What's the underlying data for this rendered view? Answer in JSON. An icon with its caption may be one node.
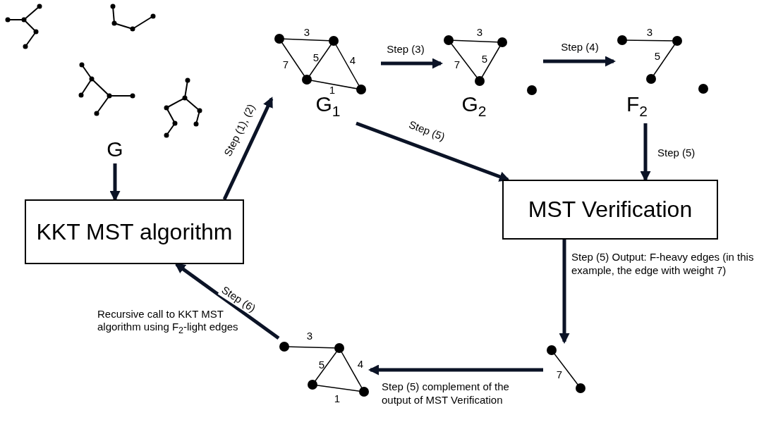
{
  "diagram": {
    "nodes": [
      {
        "text": [
          "G"
        ]
      },
      {
        "text": [
          "KKT MST algorithm"
        ]
      },
      {
        "text": [
          "G$_{1}$"
        ]
      },
      {
        "text": [
          "G$_{2}$"
        ]
      },
      {
        "text": [
          "F$_{2}$"
        ]
      },
      {
        "text": [
          "MST Verification"
        ]
      },
      {
        "text": [],
        "shape": "picture"
      },
      {
        "text": [],
        "shape": "picture"
      }
    ],
    "edges": [
      {
        "from": 0,
        "to": 1,
        "arrow": "to"
      },
      {
        "from": 1,
        "to": 2,
        "arrow": "to",
        "label": "Step (1), (2)"
      },
      {
        "from": 2,
        "to": 3,
        "arrow": "to",
        "label": "Step (3)"
      },
      {
        "from": 3,
        "to": 4,
        "arrow": "to",
        "label": "Step (4)"
      },
      {
        "from": 2,
        "to": 5,
        "arrow": "to",
        "label": "Step (5)"
      },
      {
        "from": 4,
        "to": 5,
        "arrow": "to",
        "label": "Step (5)"
      },
      {
        "from": 5,
        "to": 7,
        "arrow": "to",
        "label": "Step (5) Output: F-heavy edges (in this example, the edge with weight 7)"
      },
      {
        "from": 7,
        "to": 6,
        "arrow": "to",
        "label": "Step (5) complement of the output of MST Verification"
      },
      {
        "from": 6,
        "to": 1,
        "arrow": "to",
        "label": "Step (6)"
      }
    ],
    "labels": [
      "3",
      "7",
      "5",
      "4",
      "1",
      "3",
      "7",
      "5",
      "3",
      "5",
      "3",
      "5",
      "4",
      "1",
      "7",
      "Recursive call to KKT MST algorithm using F$_{2}$-light edges"
    ]
  }
}
